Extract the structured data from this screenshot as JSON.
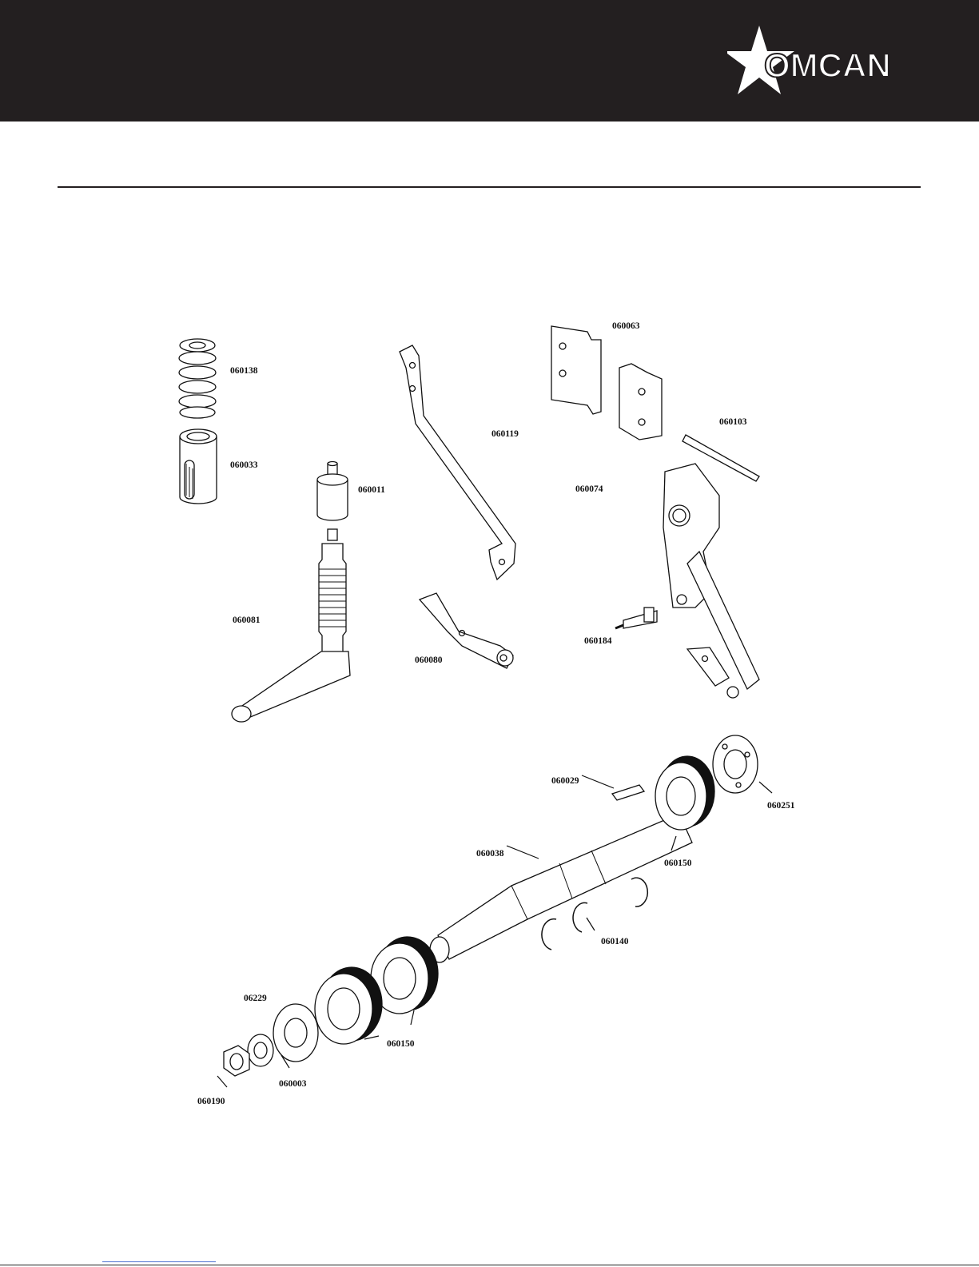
{
  "brand": {
    "name": "OMCAN"
  },
  "labels": {
    "p060138": "060138",
    "p060033": "060033",
    "p060011": "060011",
    "p060081": "060081",
    "p060119": "060119",
    "p060080": "060080",
    "p060063": "060063",
    "p060103": "060103",
    "p060074": "060074",
    "p060184": "060184",
    "p060029": "060029",
    "p060251": "060251",
    "p060038": "060038",
    "p060150a": "060150",
    "p060140": "060140",
    "p06229": "06229",
    "p060150b": "060150",
    "p060003": "060003",
    "p060190": "060190"
  },
  "colors": {
    "header": "#231f20",
    "brand_text": "#ffffff"
  }
}
